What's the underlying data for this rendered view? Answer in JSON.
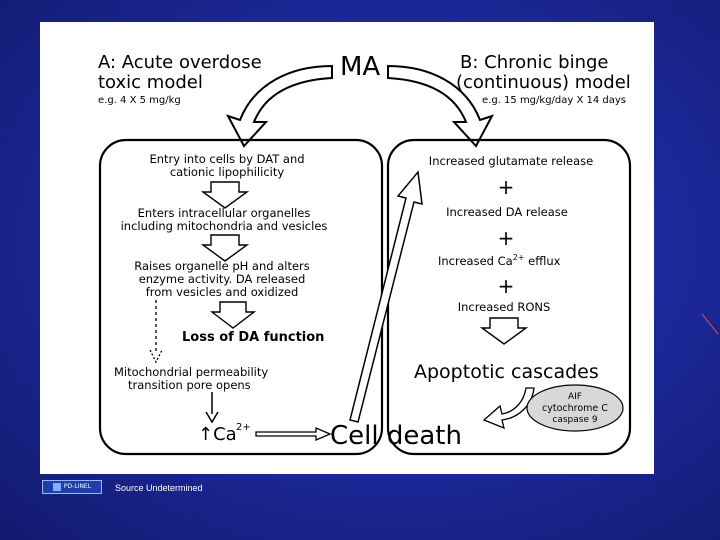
{
  "title_center": "MA",
  "model_a": {
    "title_line1": "A: Acute overdose",
    "title_line2": "toxic model",
    "dose": "e.g. 4 X 5 mg/kg"
  },
  "model_b": {
    "title_line1": "B: Chronic binge",
    "title_line2": "(continuous) model",
    "dose": "e.g. 15 mg/kg/day X 14 days"
  },
  "left_steps": {
    "s1_l1": "Entry into cells by DAT and",
    "s1_l2": "cationic lipophilicity",
    "s2_l1": "Enters intracellular organelles",
    "s2_l2": "including mitochondria and vesicles",
    "s3_l1": "Raises organelle pH and alters",
    "s3_l2": "enzyme activity.  DA released",
    "s3_l3": "from vesicles and oxidized",
    "loss": "Loss of DA function",
    "s4_l1": "Mitochondrial permeability",
    "s4_l2": "transition pore opens",
    "ca_label": "↑Ca",
    "ca_sup": "2+"
  },
  "right_steps": {
    "r1": "Increased glutamate release",
    "plus": "+",
    "r2": "Increased DA release",
    "r3_pre": "Increased Ca",
    "r3_sup": "2+",
    "r3_post": " efflux",
    "r4": "Increased RONS",
    "apoptosis": "Apoptotic cascades",
    "bubble_l1": "AIF",
    "bubble_l2": "cytochrome C",
    "bubble_l3": "caspase 9"
  },
  "cell_death": "Cell death",
  "footer": {
    "logo_text": "PD-LINEL",
    "source": "Source Undetermined"
  }
}
